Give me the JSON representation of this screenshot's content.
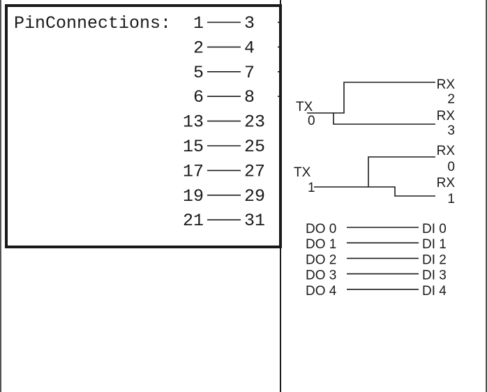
{
  "pin_panel": {
    "title": "PinConnections:",
    "pairs": [
      {
        "from": "1",
        "to": "3"
      },
      {
        "from": "2",
        "to": "4"
      },
      {
        "from": "5",
        "to": "7"
      },
      {
        "from": "6",
        "to": "8"
      },
      {
        "from": "13",
        "to": "23"
      },
      {
        "from": "15",
        "to": "25"
      },
      {
        "from": "17",
        "to": "27"
      },
      {
        "from": "19",
        "to": "29"
      },
      {
        "from": "21",
        "to": "31"
      }
    ]
  },
  "serial_group_1": {
    "tx_label": "TX",
    "tx_num": "0",
    "rx_upper_label": "RX",
    "rx_upper_num": "2",
    "rx_lower_label": "RX",
    "rx_lower_num": "3"
  },
  "serial_group_2": {
    "tx_label": "TX",
    "tx_num": "1",
    "rx_upper_label": "RX",
    "rx_upper_num": "0",
    "rx_lower_label": "RX",
    "rx_lower_num": "1"
  },
  "digital_io": [
    {
      "out": "DO 0",
      "in": "DI 0"
    },
    {
      "out": "DO 1",
      "in": "DI 1"
    },
    {
      "out": "DO 2",
      "in": "DI 2"
    },
    {
      "out": "DO 3",
      "in": "DI 3"
    },
    {
      "out": "DO 4",
      "in": "DI 4"
    }
  ],
  "colors": {
    "ink": "#1a1a1a",
    "background": "#ffffff"
  }
}
